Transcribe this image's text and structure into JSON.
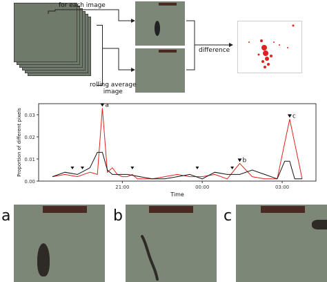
{
  "pipeline": {
    "label_each_image": "for each image",
    "label_rolling_average": "rolling average\nimage",
    "label_difference": "difference"
  },
  "chart_data": {
    "type": "line",
    "ylabel": "Proportion of different pixels",
    "xlabel": "Time",
    "x_ticks": [
      "21:00",
      "00:00",
      "03:00"
    ],
    "y_ticks": [
      "0.00",
      "0.01",
      "0.02",
      "0.03"
    ],
    "ylim": [
      0,
      0.035
    ],
    "grid": false,
    "series": [
      {
        "color": "#e0201d",
        "x": [
          0,
          5,
          10,
          15,
          18,
          20,
          22,
          24,
          26,
          28,
          30,
          32,
          34,
          36,
          40,
          45,
          50,
          55,
          60,
          65,
          70,
          75,
          80,
          85,
          90,
          95,
          100
        ],
        "y": [
          0.002,
          0.003,
          0.002,
          0.004,
          0.003,
          0.033,
          0.004,
          0.006,
          0.003,
          0.002,
          0.002,
          0.003,
          0.001,
          0.001,
          0.001,
          0.002,
          0.003,
          0.002,
          0.002,
          0.003,
          0.001,
          0.008,
          0.002,
          0.001,
          0.001,
          0.028,
          0.001
        ]
      },
      {
        "color": "#111111",
        "x": [
          0,
          5,
          10,
          15,
          18,
          20,
          22,
          24,
          26,
          30,
          35,
          40,
          45,
          50,
          55,
          60,
          65,
          70,
          75,
          80,
          85,
          90,
          93,
          95,
          97,
          100
        ],
        "y": [
          0.002,
          0.004,
          0.003,
          0.006,
          0.013,
          0.013,
          0.005,
          0.003,
          0.003,
          0.003,
          0.002,
          0.001,
          0.001,
          0.002,
          0.003,
          0.001,
          0.004,
          0.003,
          0.003,
          0.005,
          0.003,
          0.001,
          0.009,
          0.009,
          0.001,
          0.001
        ]
      }
    ],
    "annotations": [
      "a",
      "b",
      "c"
    ]
  },
  "panels": [
    {
      "letter": "a"
    },
    {
      "letter": "b"
    },
    {
      "letter": "c"
    }
  ]
}
